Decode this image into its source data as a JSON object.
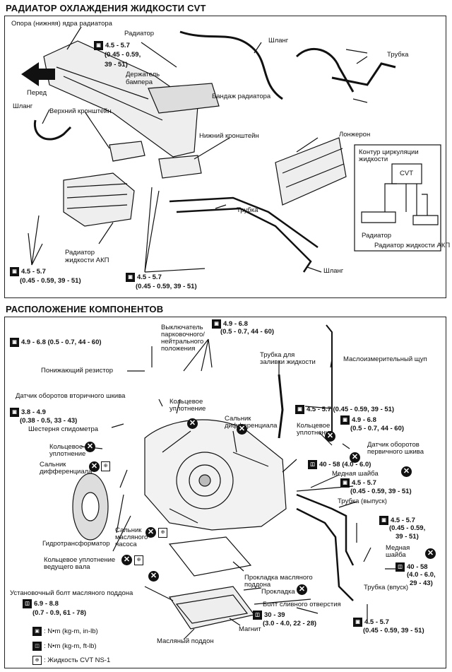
{
  "top": {
    "title": "РАДИАТОР ОХЛАЖДЕНИЯ ЖИДКОСТИ CVT",
    "labels": {
      "radiator_core_support": "Опора (нижняя) ядра радиатора",
      "radiator": "Радиатор",
      "hose_top": "Шланг",
      "tube_top": "Трубка",
      "torque_a1": "4.5 - 5.7",
      "torque_a2": "(0.45 - 0.59,",
      "torque_a3": "39 - 51)",
      "bumper_holder1": "Держатель",
      "bumper_holder2": "бампера",
      "front": "Перед",
      "radiator_band": "Бандаж радиатора",
      "hose_left": "Шланг",
      "upper_bracket": "Верхний кронштейн",
      "lower_bracket": "Нижний кронштейн",
      "side_member": "Лонжерон",
      "circuit1": "Контур циркуляции",
      "circuit2": "жидкости",
      "cvt": "CVT",
      "tube_mid": "Трубка",
      "radiator_small": "Радиатор",
      "atf_radiator_box": "Радиатор жидкости АКП",
      "atf_radiator1": "Радиатор",
      "atf_radiator2": "жидкости АКП",
      "hose_bottom": "Шланг",
      "torque_b1": "4.5 - 5.7",
      "torque_b2": "(0.45 - 0.59, 39 - 51)",
      "torque_c1": "4.5 - 5.7",
      "torque_c2": "(0.45 - 0.59, 39 - 51)"
    }
  },
  "bottom": {
    "title": "РАСПОЛОЖЕНИЕ КОМПОНЕНТОВ",
    "labels": {
      "t1": "4.9 - 6.8 (0.5 - 0.7, 44 - 60)",
      "park_switch1": "Выключатель",
      "park_switch2": "парковочного/",
      "park_switch3": "нейтрального",
      "park_switch4": "положения",
      "t2a": "4.9 - 6.8",
      "t2b": "(0.5 - 0.7, 44 - 60)",
      "fill_tube1": "Трубка для",
      "fill_tube2": "заливки жидкости",
      "dipstick": "Маслоизмерительный щуп",
      "resistor": "Понижающий резистор",
      "sec_sensor": "Датчик оборотов вторичного шкива",
      "oring_a1": "Кольцевое",
      "oring_a2": "уплотнение",
      "t3a": "3.8 - 4.9",
      "t3b": "(0.38 - 0.5, 33 - 43)",
      "speedo": "Шестерня спидометра",
      "diff_seal_a1": "Сальник",
      "diff_seal_a2": "дифференциала",
      "t4": "4.5 - 5.7 (0.45 - 0.59, 39 - 51)",
      "oring_b1": "Кольцевое",
      "oring_b2": "уплотнение",
      "oring_c1": "Кольцевое",
      "oring_c2": "уплотнение",
      "t5a": "4.9 - 6.8",
      "t5b": "(0.5 - 0.7, 44 - 60)",
      "prim_sensor1": "Датчик оборотов",
      "prim_sensor2": "первичного шкива",
      "diff_seal_b1": "Сальник",
      "diff_seal_b2": "дифференциала",
      "t6": "40 - 58 (4.0 - 6.0)",
      "copper_a": "Медная шайба",
      "t7a": "4.5 - 5.7",
      "t7b": "(0.45 - 0.59, 39 - 51)",
      "tube_out": "Трубка (выпуск)",
      "converter": "Гидротрансформатор",
      "pump_seal1": "Сальник",
      "pump_seal2": "масляного",
      "pump_seal3": "насоса",
      "t8a": "4.5 - 5.7",
      "t8b": "(0.45 - 0.59,",
      "t8c": "39 - 51)",
      "shaft_seal1": "Кольцевое уплотнение",
      "shaft_seal2": "ведущего вала",
      "copper_b1": "Медная",
      "copper_b2": "шайба",
      "t9a": "40 - 58",
      "t9b": "(4.0 - 6.0,",
      "t9c": "29 - 43)",
      "pan_gasket1": "Прокладка масляного",
      "pan_gasket2": "поддона",
      "gasket": "Прокладка",
      "tube_in": "Трубка (впуск)",
      "pan_bolt": "Установочный болт масляного поддона",
      "t10a": "6.9 - 8.8",
      "t10b": "(0.7 - 0.9, 61 - 78)",
      "drain_bolt": "Болт сливного отверстия",
      "t11a": "30 - 39",
      "t11b": "(3.0 - 4.0, 22 - 28)",
      "magnet": "Магнит",
      "oil_pan": "Масляный поддон",
      "t12a": "4.5 - 5.7",
      "t12b": "(0.45 - 0.59, 39 - 51)",
      "legend1": ": N•m (kg-m, in-lb)",
      "legend2": ": N•m (kg-m, ft-lb)",
      "legend3": ": Жидкость CVT NS-1"
    }
  }
}
